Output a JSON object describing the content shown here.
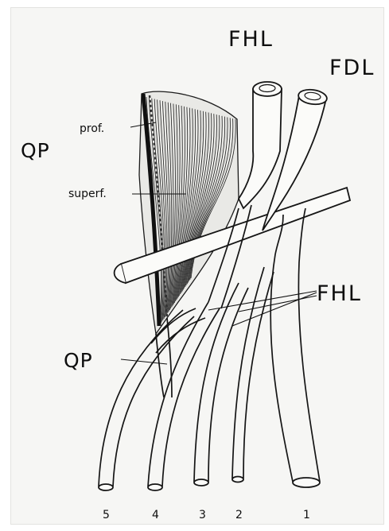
{
  "figure": {
    "labels": {
      "fhl_top": "FHL",
      "fdl_top": "FDL",
      "qp_left": "QP",
      "prof": "prof.",
      "superf": "superf.",
      "fhl_right": "FHL",
      "qp_bottom": "QP"
    },
    "tendon_numbers": [
      "5",
      "4",
      "3",
      "2",
      "1"
    ]
  }
}
